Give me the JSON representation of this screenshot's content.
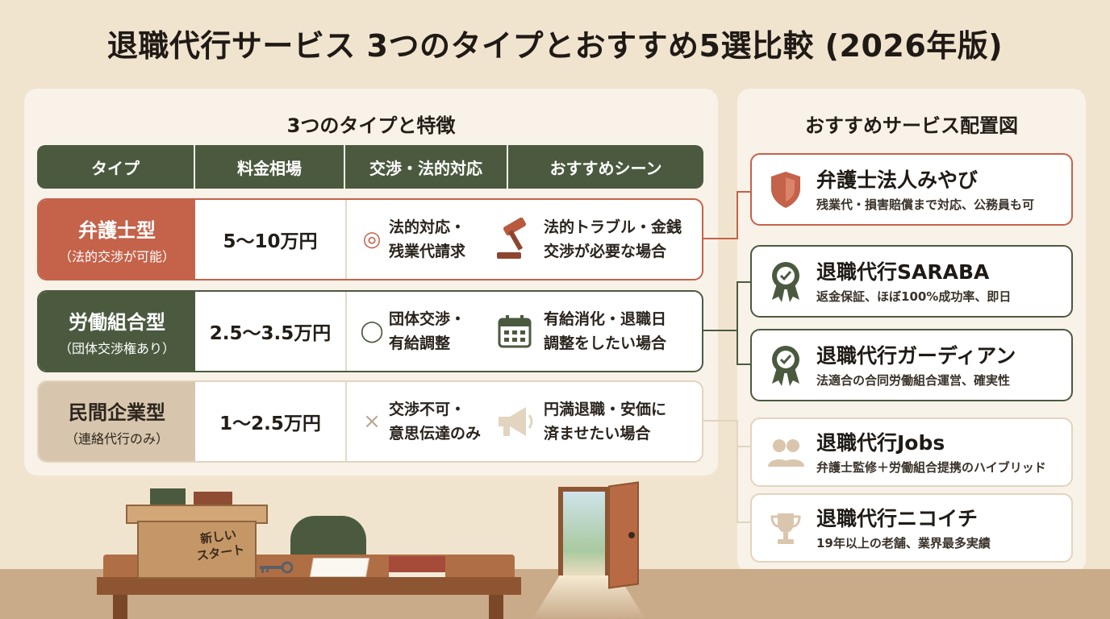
{
  "title": "退職代行サービス 3つのタイプとおすすめ5選比較 (2026年版)",
  "comparison": {
    "heading": "3つのタイプと特徴",
    "columns": [
      "タイプ",
      "料金相場",
      "交渉・法的対応",
      "おすすめシーン"
    ],
    "rows": [
      {
        "type": "弁護士型",
        "note": "（法的交渉が可能）",
        "price": "5〜10万円",
        "mark": "◎",
        "nego_line1": "法的対応・",
        "nego_line2": "残業代請求",
        "scene_icon": "gavel-icon",
        "scene_line1": "法的トラブル・金銭",
        "scene_line2": "交渉が必要な場合"
      },
      {
        "type": "労働組合型",
        "note": "（団体交渉権あり）",
        "price": "2.5〜3.5万円",
        "mark": "◯",
        "nego_line1": "団体交渉・",
        "nego_line2": "有給調整",
        "scene_icon": "calendar-icon",
        "scene_line1": "有給消化・退職日",
        "scene_line2": "調整をしたい場合"
      },
      {
        "type": "民間企業型",
        "note": "（連絡代行のみ）",
        "price": "1〜2.5万円",
        "mark": "×",
        "nego_line1": "交渉不可・",
        "nego_line2": "意思伝達のみ",
        "scene_icon": "megaphone-icon",
        "scene_line1": "円満退職・安価に",
        "scene_line2": "済ませたい場合"
      }
    ]
  },
  "services": {
    "heading": "おすすめサービス配置図",
    "items": [
      {
        "name": "弁護士法人みやび",
        "desc": "残業代・損害賠償まで対応、公務員も可",
        "icon": "shield-icon",
        "color": "#c4624a"
      },
      {
        "name": "退職代行SARABA",
        "desc": "返金保証、ほぼ100%成功率、即日",
        "icon": "award-badge-icon",
        "color": "#4b5a3f"
      },
      {
        "name": "退職代行ガーディアン",
        "desc": "法適合の合同労働組合運営、確実性",
        "icon": "award-badge-icon",
        "color": "#4b5a3f"
      },
      {
        "name": "退職代行Jobs",
        "desc": "弁護士監修＋労働組合提携のハイブリッド",
        "icon": "people-icon",
        "color": "#e2d4bf"
      },
      {
        "name": "退職代行ニコイチ",
        "desc": "19年以上の老舗、業界最多実績",
        "icon": "trophy-icon",
        "color": "#e2d4bf"
      }
    ]
  },
  "illustration": {
    "box_label_line1": "新しい",
    "box_label_line2": "スタート"
  },
  "colors": {
    "background": "#f1e4cf",
    "lawyer": "#c4624a",
    "union": "#4b5a3f",
    "private": "#d7c6ad"
  }
}
